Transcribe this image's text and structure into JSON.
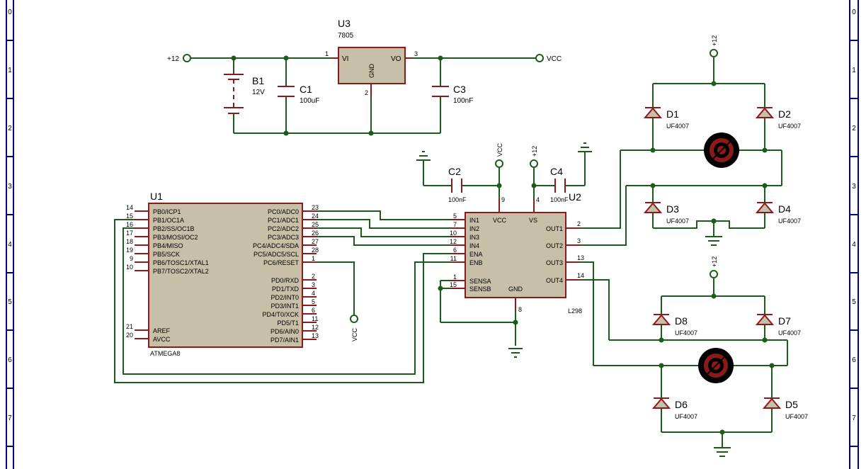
{
  "frame": {
    "row_labels": [
      "0",
      "1",
      "2",
      "3",
      "4",
      "5",
      "6",
      "7"
    ]
  },
  "u3": {
    "ref": "U3",
    "part": "7805",
    "pin_vi": "VI",
    "pin_vo": "VO",
    "pin_gnd": "GND",
    "pin1": "1",
    "pin2": "2",
    "pin3": "3"
  },
  "b1": {
    "ref": "B1",
    "value": "12V"
  },
  "c1": {
    "ref": "C1",
    "value": "100uF"
  },
  "c3": {
    "ref": "C3",
    "value": "100nF"
  },
  "c2": {
    "ref": "C2",
    "value": "100nF"
  },
  "c4": {
    "ref": "C4",
    "value": "100nF"
  },
  "supply": {
    "p12": "+12",
    "vcc": "VCC"
  },
  "u1": {
    "ref": "U1",
    "part": "ATMEGA8",
    "left_pins": [
      {
        "num": "14",
        "name": "PB0/ICP1"
      },
      {
        "num": "15",
        "name": "PB1/OC1A"
      },
      {
        "num": "16",
        "name": "PB2/SS/OC1B"
      },
      {
        "num": "17",
        "name": "PB3/MOSI/OC2"
      },
      {
        "num": "18",
        "name": "PB4/MISO"
      },
      {
        "num": "19",
        "name": "PB5/SCK"
      },
      {
        "num": "9",
        "name": "PB6/TOSC1/XTAL1"
      },
      {
        "num": "10",
        "name": "PB7/TOSC2/XTAL2"
      },
      {
        "num": "21",
        "name": "AREF"
      },
      {
        "num": "20",
        "name": "AVCC"
      }
    ],
    "right_pins": [
      {
        "num": "23",
        "name": "PC0/ADC0"
      },
      {
        "num": "24",
        "name": "PC1/ADC1"
      },
      {
        "num": "25",
        "name": "PC2/ADC2"
      },
      {
        "num": "26",
        "name": "PC3/ADC3"
      },
      {
        "num": "27",
        "name": "PC4/ADC4/SDA"
      },
      {
        "num": "28",
        "name": "PC5/ADC5/SCL"
      },
      {
        "num": "1",
        "name": "PC6/RESET"
      },
      {
        "num": "2",
        "name": "PD0/RXD"
      },
      {
        "num": "3",
        "name": "PD1/TXD"
      },
      {
        "num": "4",
        "name": "PD2/INT0"
      },
      {
        "num": "5",
        "name": "PD3/INT1"
      },
      {
        "num": "6",
        "name": "PD4/T0/XCK"
      },
      {
        "num": "11",
        "name": "PD5/T1"
      },
      {
        "num": "12",
        "name": "PD6/AIN0"
      },
      {
        "num": "13",
        "name": "PD7/AIN1"
      }
    ]
  },
  "u2": {
    "ref": "U2",
    "part": "L298",
    "top": {
      "vcc": "VCC",
      "vs": "VS",
      "pin_vcc": "9",
      "pin_vs": "4"
    },
    "left_pins": [
      {
        "num": "5",
        "name": "IN1"
      },
      {
        "num": "7",
        "name": "IN2"
      },
      {
        "num": "10",
        "name": "IN3"
      },
      {
        "num": "12",
        "name": "IN4"
      },
      {
        "num": "6",
        "name": "ENA"
      },
      {
        "num": "11",
        "name": "ENB"
      },
      {
        "num": "1",
        "name": "SENSA"
      },
      {
        "num": "15",
        "name": "SENSB"
      }
    ],
    "right_pins": [
      {
        "num": "2",
        "name": "OUT1"
      },
      {
        "num": "3",
        "name": "OUT2"
      },
      {
        "num": "13",
        "name": "OUT3"
      },
      {
        "num": "14",
        "name": "OUT4"
      }
    ],
    "gnd": {
      "name": "GND",
      "num": "8"
    }
  },
  "diodes": [
    {
      "ref": "D1",
      "part": "UF4007"
    },
    {
      "ref": "D2",
      "part": "UF4007"
    },
    {
      "ref": "D3",
      "part": "UF4007"
    },
    {
      "ref": "D4",
      "part": "UF4007"
    },
    {
      "ref": "D8",
      "part": "UF4007"
    },
    {
      "ref": "D7",
      "part": "UF4007"
    },
    {
      "ref": "D6",
      "part": "UF4007"
    },
    {
      "ref": "D5",
      "part": "UF4007"
    }
  ]
}
